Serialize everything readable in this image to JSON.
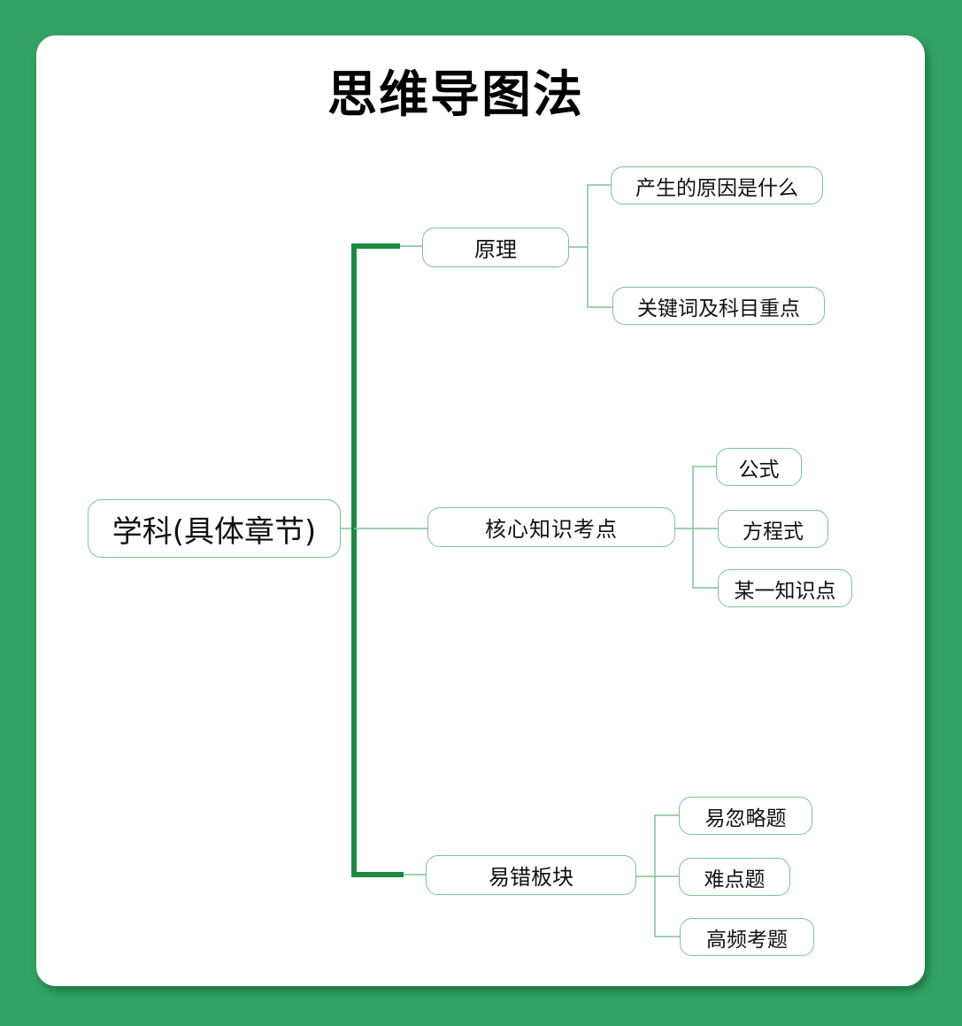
{
  "title": "思维导图法",
  "colors": {
    "background": "#33a465",
    "card": "#ffffff",
    "trunk_line": "#1c8a3e",
    "branch_line": "#7cc594",
    "node_border": "#7cc594"
  },
  "mindmap": {
    "root": {
      "label": "学科(具体章节)"
    },
    "branches": [
      {
        "label": "原理",
        "children": [
          {
            "label": "产生的原因是什么"
          },
          {
            "label": "关键词及科目重点"
          }
        ]
      },
      {
        "label": "核心知识考点",
        "children": [
          {
            "label": "公式"
          },
          {
            "label": "方程式"
          },
          {
            "label": "某一知识点"
          }
        ]
      },
      {
        "label": "易错板块",
        "children": [
          {
            "label": "易忽略题"
          },
          {
            "label": "难点题"
          },
          {
            "label": "高频考题"
          }
        ]
      }
    ]
  }
}
